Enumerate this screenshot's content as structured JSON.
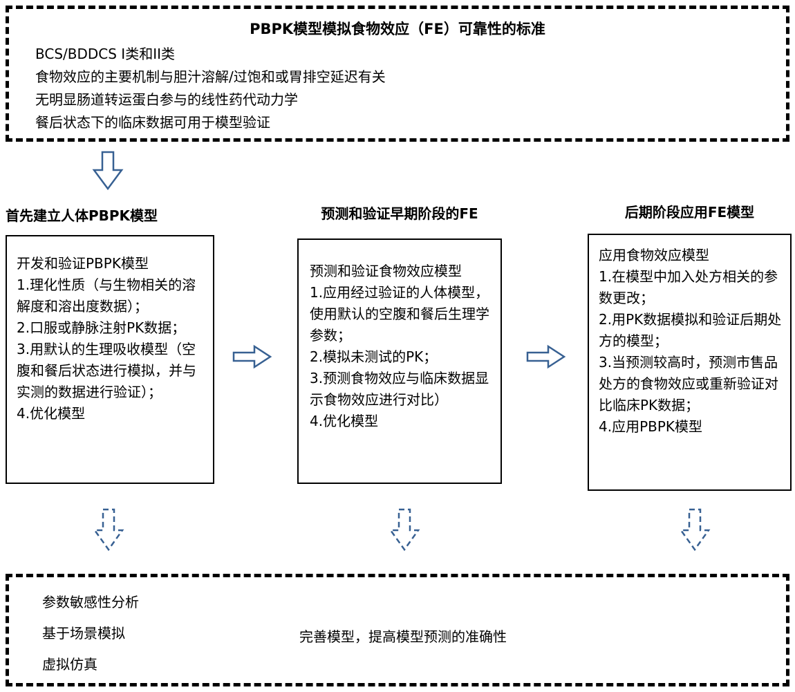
{
  "colors": {
    "arrow": "#376092",
    "box_border": "#000000",
    "text": "#000000"
  },
  "top_box": {
    "title": "PBPK模型模拟食物效应（FE）可靠性的标准",
    "lines": [
      "BCS/BDDCS I类和II类",
      "食物效应的主要机制与胆汁溶解/过饱和或胃排空延迟有关",
      "无明显肠道转运蛋白参与的线性药代动力学",
      "餐后状态下的临床数据可用于模型验证"
    ]
  },
  "columns": [
    {
      "header": "首先建立人体PBPK模型",
      "lines": [
        "开发和验证PBPK模型",
        "1.理化性质（与生物相关的溶解度和溶出度数据）；",
        "2.口服或静脉注射PK数据；",
        "3.用默认的生理吸收模型（空腹和餐后状态进行模拟，并与实测的数据进行验证）；",
        "4.优化模型"
      ]
    },
    {
      "header": "预测和验证早期阶段的FE",
      "lines": [
        "预测和验证食物效应模型",
        "1.应用经过验证的人体模型，使用默认的空腹和餐后生理学参数；",
        "2.模拟未测试的PK；",
        "3.预测食物效应与临床数据显示食物效应进行对比）",
        "4.优化模型"
      ]
    },
    {
      "header": "后期阶段应用FE模型",
      "lines": [
        "应用食物效应模型",
        "1.在模型中加入处方相关的参数更改；",
        "2.用PK数据模拟和验证后期处方的模型；",
        "3.当预测较高时，预测市售品处方的食物效应或重新验证对比临床PK数据；",
        "4.应用PBPK模型"
      ]
    }
  ],
  "bottom_box": {
    "left_items": [
      "参数敏感性分析",
      "基于场景模拟",
      "虚拟仿真"
    ],
    "center_text": "完善模型，提高模型预测的准确性"
  }
}
